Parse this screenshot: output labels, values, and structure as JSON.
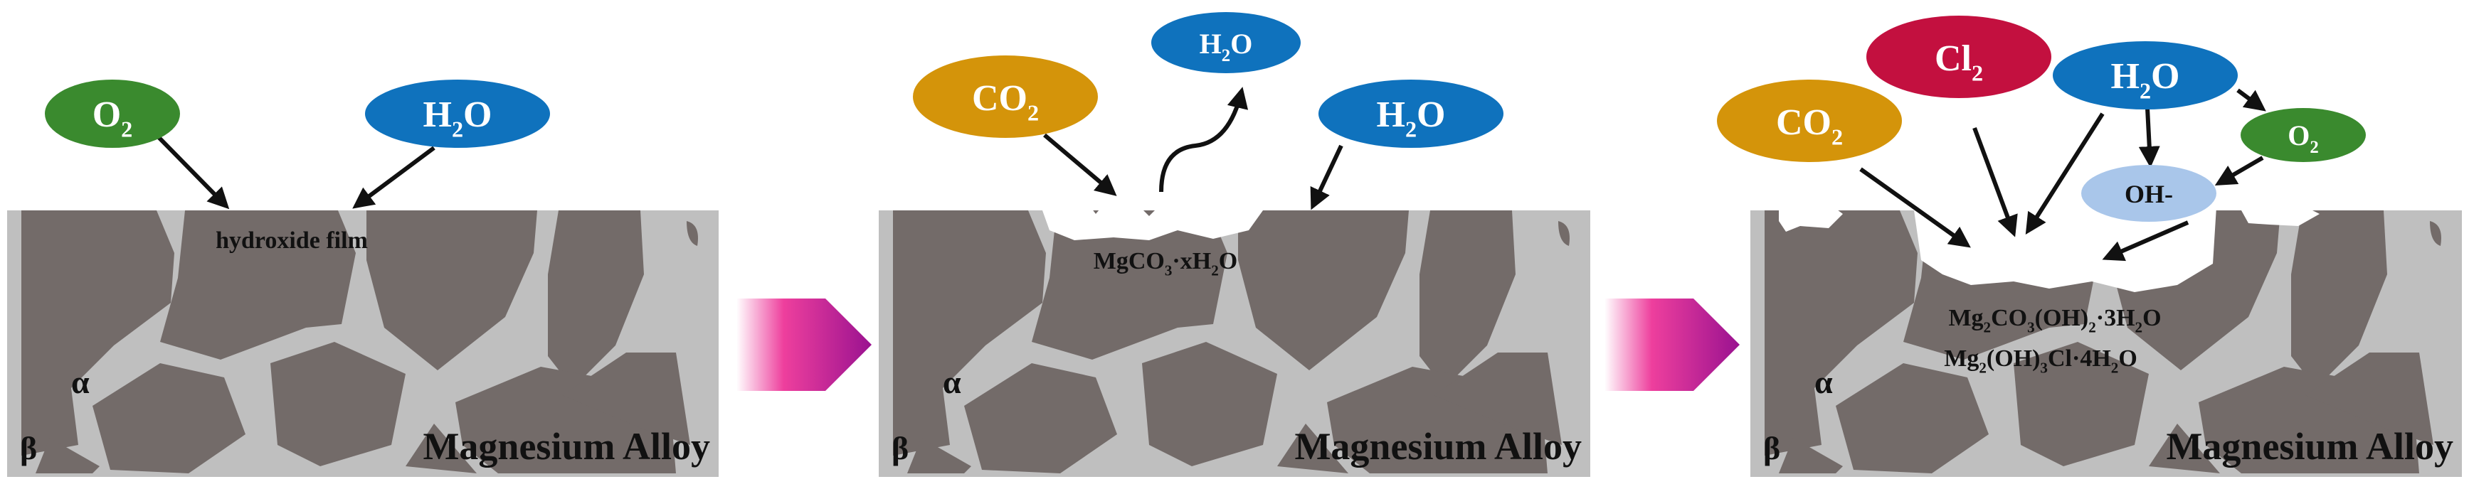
{
  "panel1": {
    "gases": {
      "o2": "O2",
      "h2o": "H2O"
    },
    "film_label": "hydroxide film",
    "alpha": "α",
    "beta": "β",
    "alloy_label": "Magnesium Alloy"
  },
  "panel2": {
    "gases": {
      "co2": "CO2",
      "h2o_out": "H2O",
      "h2o_in": "H2O"
    },
    "product_label": "MgCO3·xH2O",
    "alpha": "α",
    "beta": "β",
    "alloy_label": "Magnesium Alloy"
  },
  "panel3": {
    "gases": {
      "co2": "CO2",
      "cl2": "Cl2",
      "h2o": "H2O",
      "o2": "O2",
      "oh": "OH-"
    },
    "product_labels": [
      "Mg2CO3(OH)2·3H2O",
      "Mg2(OH)3Cl·4H2O"
    ],
    "alpha": "α",
    "beta": "β",
    "alloy_label": "Magnesium Alloy"
  },
  "colors": {
    "o2": "#3a8a2e",
    "h2o": "#0f72bd",
    "co2": "#d4940a",
    "cl2": "#c3103f",
    "oh": "#a9c6ea",
    "matrix_alpha": "#736b69",
    "beta_phase": "#bfbfbf",
    "transition_arrow_start": "#ffffff",
    "transition_arrow_end": "#a3128f"
  }
}
